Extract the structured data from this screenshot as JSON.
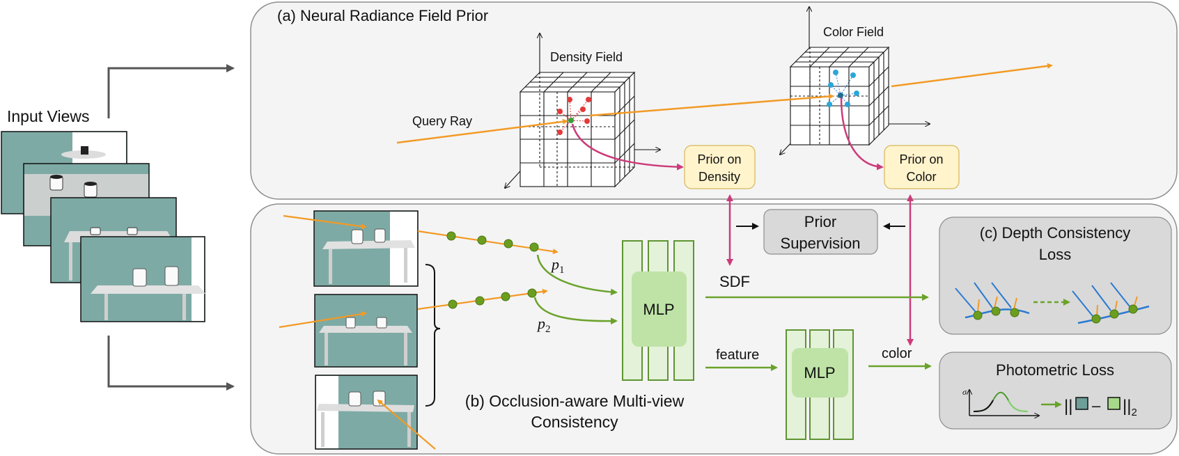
{
  "input_views": {
    "label": "Input Views"
  },
  "panel_a": {
    "title": "(a) Neural Radiance Field Prior",
    "density_field": "Density Field",
    "color_field": "Color Field",
    "query_ray": "Query Ray",
    "prior_density": [
      "Prior on",
      "Density"
    ],
    "prior_color": [
      "Prior on",
      "Color"
    ]
  },
  "panel_b": {
    "title": [
      "(b) Occlusion-aware Multi-view",
      "Consistency"
    ],
    "p1": "p",
    "p1_sub": "1",
    "p2": "p",
    "p2_sub": "2",
    "mlp1": "MLP",
    "mlp2": "MLP",
    "sdf": "SDF",
    "feature": "feature",
    "color": "color",
    "prior_supervision": [
      "Prior",
      "Supervision"
    ]
  },
  "panel_c": {
    "title": [
      "(c) Depth Consistency",
      "Loss"
    ]
  },
  "photometric": {
    "title": "Photometric Loss",
    "sigma": "σ",
    "norm_left": "||",
    "minus": "–",
    "norm_right": "||",
    "norm_sub": "2"
  },
  "colors": {
    "orange": "#f29a25",
    "green": "#6aa22b",
    "magenta": "#cc3b7a",
    "panel_fill": "#f4f4f4",
    "box_yellow": "#fff4cc",
    "mlp_fill": "#e3f2d8",
    "mlp_inner": "#bfe3a7",
    "blue": "#2b7ad1",
    "teal": "#7eaaa5"
  }
}
